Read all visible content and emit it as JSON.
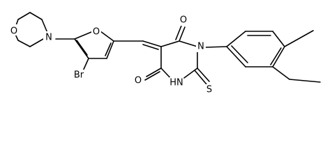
{
  "molecule": {
    "atom_labels": {
      "morpholine_o": "O",
      "morpholine_n": "N",
      "furan_o": "O",
      "br": "Br",
      "carbonyl_o_top": "O",
      "n_aryl": "N",
      "carbonyl_o_bottom": "O",
      "nh": "HN",
      "thione_s": "S"
    },
    "colors": {
      "bond": "#000000",
      "label": "#000000",
      "background": "#ffffff"
    }
  }
}
